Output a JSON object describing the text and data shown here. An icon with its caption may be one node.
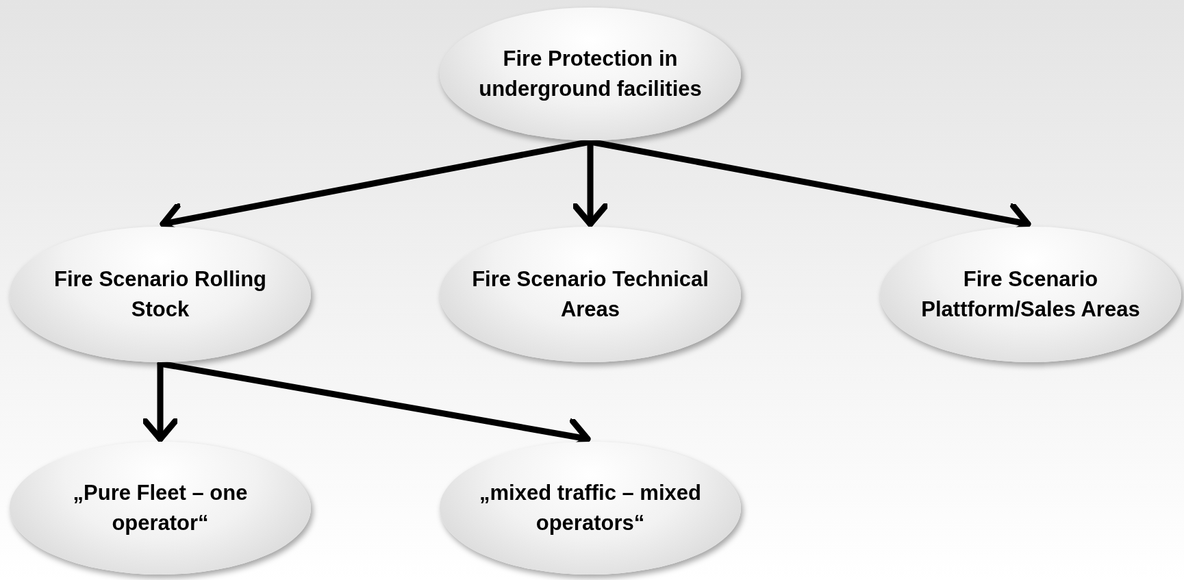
{
  "diagram": {
    "nodes": [
      {
        "text": [
          "Fire Protection in underground facilities"
        ]
      },
      {
        "text": [
          "Fire Scenario Rolling Stock"
        ]
      },
      {
        "text": [
          "Fire Scenario Technical Areas"
        ]
      },
      {
        "text": [
          "Fire Scenario Plattform/Sales Areas"
        ]
      },
      {
        "text": [
          "„Pure Fleet – one operator“"
        ]
      },
      {
        "text": [
          "„mixed traffic – mixed operators“"
        ]
      }
    ],
    "edges": [
      {
        "from": 0,
        "to": 1,
        "arrow": "to"
      },
      {
        "from": 0,
        "to": 2,
        "arrow": "to"
      },
      {
        "from": 0,
        "to": 3,
        "arrow": "to"
      },
      {
        "from": 1,
        "to": 4,
        "arrow": "to"
      },
      {
        "from": 1,
        "to": 5,
        "arrow": "to"
      }
    ]
  }
}
